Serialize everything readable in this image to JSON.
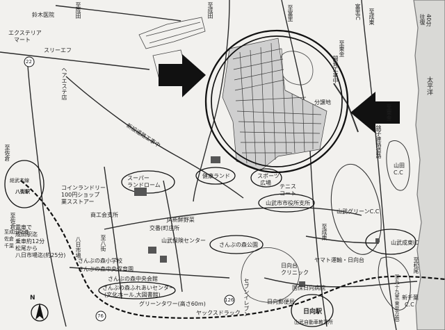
{
  "labels": {
    "suzuki_clinic": "鈴木医院",
    "exterior_mart_1": "エクステリア",
    "exterior_mart_2": "マート",
    "route_22": "22",
    "sleef": "スリーエフ",
    "hair_salon": "ヘアエステ店",
    "railway_1": "至成田",
    "railway_2": "至成田",
    "road_north": "至佐倉",
    "road_east": "至佐倉",
    "narita_ic": "富里IC",
    "kagura": "至富里",
    "bypass": "新設道路工事中",
    "chiba_station_1": "総武本線",
    "chiba_station_2": "八街駅",
    "keisei_1": "至成田空港",
    "keisei_2": "佐倉",
    "keisei_3": "千葉",
    "coin_laundry_1": "コインランドリー",
    "coin_laundry_2": "100円ショップ",
    "coin_laundry_3": "業スストアー",
    "super_1": "スーパー",
    "super_2": "ランドローム",
    "kenko": "健康ランド",
    "sports_1": "スポーツ",
    "sports_2": "広場",
    "tennis_1": "テニス",
    "tennis_2": "コート",
    "city_office": "山武市市役所支所",
    "shoko_kaikan": "商工会支所",
    "ja": "JA新鮮野菜",
    "koban": "交番(町庄所",
    "sanbu_hoken": "山武保険センター",
    "sanbu_mori_park": "さんぶの森公園",
    "sanbu_mori_chuo": "さんぶの森中央保育園",
    "sanbu_mori_school": "さんぶの森小学校",
    "sanbu_mori_hall_1": "さんぶの森ふれあいセンター",
    "sanbu_mori_hall_2": "(文化ホール,大図書館)",
    "sanbu_mori_middle": "さんぶの森中央会館",
    "green_tower": "グリーンタワー(高さ60m)",
    "drugstore": "ヤックスドラック",
    "route_126": "126",
    "route_76": "76",
    "hiyodai_1": "日向台",
    "hiyodai_2": "クリニック",
    "yamato": "ヤマト運輸・日向台",
    "hospital": "国保日向病院",
    "post": "日向郵便局",
    "hyuga_station": "日向駅",
    "car_school": "山武自動車教習所",
    "sevens": "セブンイレブン",
    "yamada_1": "山田",
    "yamada_2": "C.C",
    "sanbu_green": "山武グリーンC.C",
    "sanbu_narito_ic": "山武成東IC",
    "shinchiba_1": "新千葉",
    "shinchiba_2": "C.C",
    "tokyo_ic": "至九十九里(東京方面)",
    "yokoshiba": "至松尾",
    "bunjouchi": "分譲地",
    "kaihatsu": "開発工事中",
    "hikari": "至東金",
    "nakatoke": "至成東",
    "sea": "太平洋",
    "shinsetsu": "至東金",
    "highway": "銚子連絡道路",
    "access_1": "至成東",
    "access_2": "往復",
    "access_3": "40分",
    "guide_1": "電車で",
    "guide_2": "成田駅迄",
    "guide_3": "乗車約12分",
    "guide_4": "松尾から",
    "guide_5": "八日市場迄(約25分)",
    "guide_6": "八日市場",
    "hachiman": "至八街",
    "north": "N"
  }
}
